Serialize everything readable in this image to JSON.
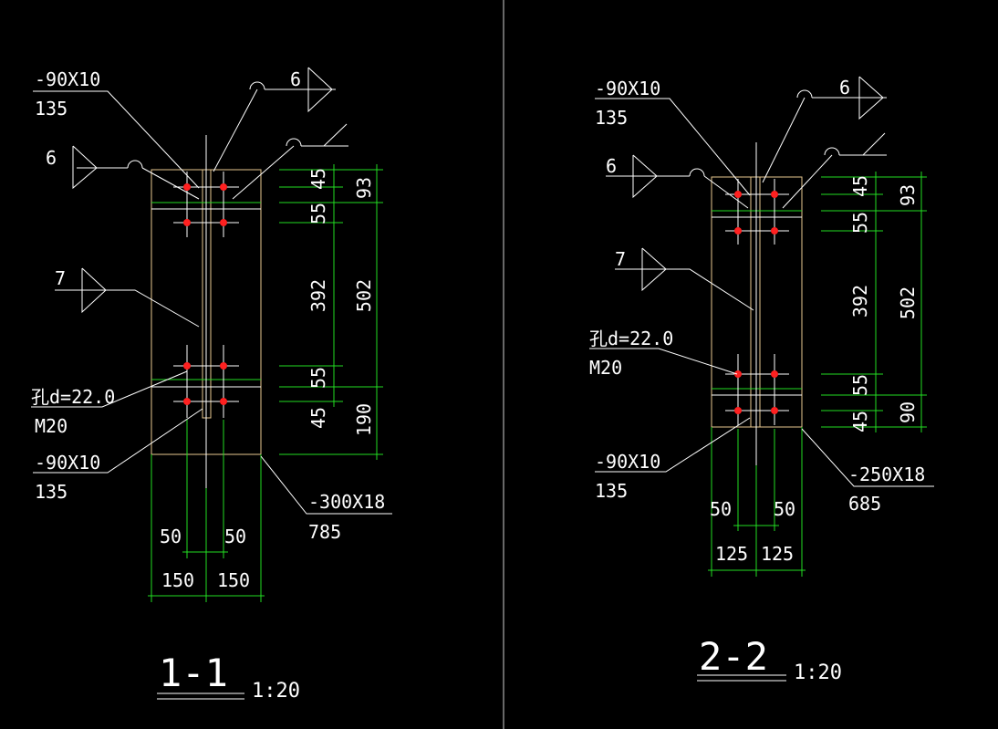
{
  "colors": {
    "background": "#000000",
    "plate_outline": "#e8c890",
    "dimension": "#22dd22",
    "leader": "#ffffff",
    "bolt": "#ff2020",
    "text": "#ffffff"
  },
  "left": {
    "title": "1-1",
    "scale": "1:20",
    "labels": {
      "top_plate_size": "-90X10",
      "top_plate_len": "135",
      "weld_top": "6",
      "weld_left": "6",
      "weld_mid": "7",
      "hole": "孔d=22.0",
      "bolt": "M20",
      "bot_plate_size": "-90X10",
      "bot_plate_len": "135",
      "base_plate_size": "-300X18",
      "base_plate_len": "785"
    },
    "dims": {
      "v1": "45",
      "v2": "55",
      "v3": "392",
      "v4": "55",
      "v5": "45",
      "o1": "93",
      "o2": "502",
      "o3": "190",
      "h1": "50",
      "h2": "50",
      "h3": "150",
      "h4": "150"
    }
  },
  "right": {
    "title": "2-2",
    "scale": "1:20",
    "labels": {
      "top_plate_size": "-90X10",
      "top_plate_len": "135",
      "weld_top": "6",
      "weld_left": "6",
      "weld_mid": "7",
      "hole": "孔d=22.0",
      "bolt": "M20",
      "bot_plate_size": "-90X10",
      "bot_plate_len": "135",
      "base_plate_size": "-250X18",
      "base_plate_len": "685"
    },
    "dims": {
      "v1": "45",
      "v2": "55",
      "v3": "392",
      "v4": "55",
      "v5": "45",
      "o1": "93",
      "o2": "502",
      "o3": "90",
      "h1": "50",
      "h2": "50",
      "h3": "125",
      "h4": "125"
    }
  }
}
